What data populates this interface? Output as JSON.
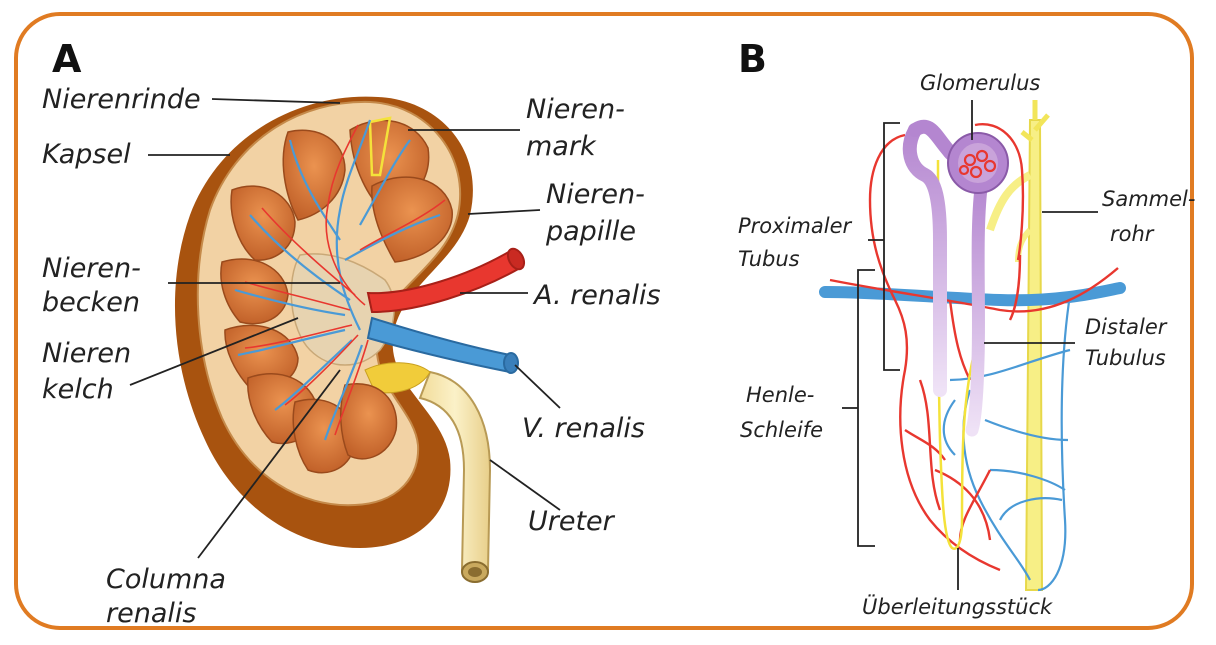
{
  "panel_a": {
    "letter": "A",
    "labels": {
      "nierenrinde": "Nierenrinde",
      "kapsel": "Kapsel",
      "nierenbecken_1": "Nieren-",
      "nierenbecken_2": "becken",
      "nierenkelch_1": "Nieren",
      "nierenkelch_2": "kelch",
      "columna_1": "Columna",
      "columna_2": "renalis",
      "nierenmark_1": "Nieren-",
      "nierenmark_2": "mark",
      "nierenpapille_1": "Nieren-",
      "nierenpapille_2": "papille",
      "a_renalis": "A. renalis",
      "v_renalis": "V. renalis",
      "ureter": "Ureter"
    }
  },
  "panel_b": {
    "letter": "B",
    "labels": {
      "glomerulus": "Glomerulus",
      "proximaler_1": "Proximaler",
      "proximaler_2": "Tubus",
      "henle_1": "Henle-",
      "henle_2": "Schleife",
      "sammel_1": "Sammel-",
      "sammel_2": "rohr",
      "distaler_1": "Distaler",
      "distaler_2": "Tubulus",
      "ueberleitung": "Überleitungsstück"
    }
  },
  "colors": {
    "frame": "#e07b22",
    "artery": "#e8372f",
    "vein": "#4a9ad6",
    "cortex": "#f2d2a4",
    "pyramid": "#d9783a",
    "capsule_dark": "#a8530f",
    "ureter": "#f6e6b0",
    "collecting_duct": "#f7ef86",
    "tubule": "#c9a3da"
  }
}
